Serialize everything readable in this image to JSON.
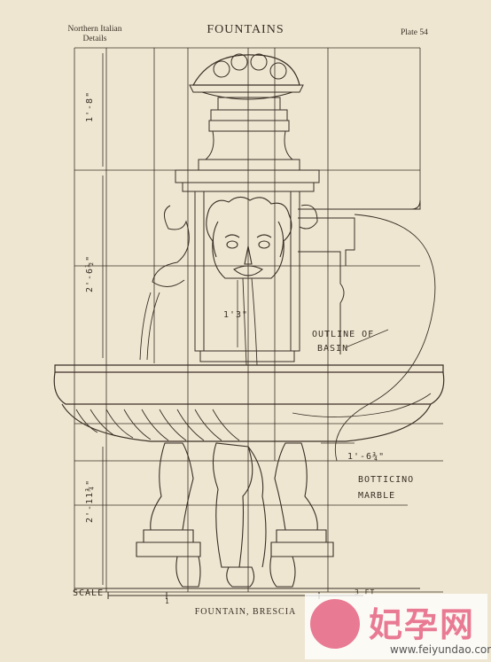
{
  "header": {
    "left_line1": "Northern Italian",
    "left_line2": "Details",
    "title": "FOUNTAINS",
    "plate": "Plate 54"
  },
  "annotations": {
    "dim_top": "1'-8\"",
    "dim_mid": "2'-6½\"",
    "dim_spout": "1'3\"",
    "outline_line1": "OUTLINE OF",
    "outline_line2": "BASIN",
    "dim_right": "1'-6¾\"",
    "marble_line1": "BOTTICINO",
    "marble_line2": "MARBLE",
    "dim_bottom": "2'-11¾\"",
    "scale_label": "SCALE",
    "scale_mid": "1",
    "scale_end": "3 FT"
  },
  "caption": "FOUNTAIN, BRESCIA",
  "watermark": {
    "chinese": "妃孕网",
    "url": "www.feiyundao.com",
    "logo": "pregnant-woman-logo"
  },
  "colors": {
    "paper": "#efe6d2",
    "ink": "#3a2f25",
    "watermark_pink": "#e97a93"
  }
}
